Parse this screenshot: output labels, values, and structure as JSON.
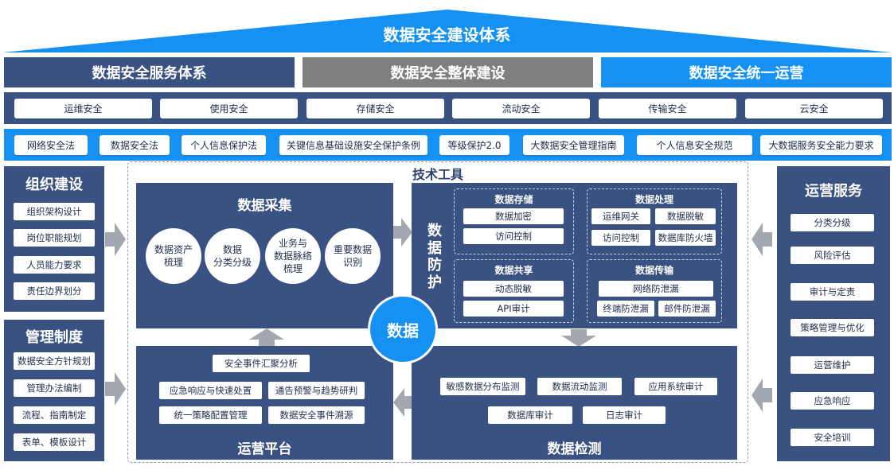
{
  "top_title": "数据安全建设体系",
  "tiers": [
    {
      "label": "数据安全服务体系",
      "color": "#3a5282"
    },
    {
      "label": "数据安全整体建设",
      "color": "#7f7f7f"
    },
    {
      "label": "数据安全统一运营",
      "color": "#1491f2"
    }
  ],
  "security_areas": [
    "运维安全",
    "使用安全",
    "存储安全",
    "流动安全",
    "传输安全",
    "云安全"
  ],
  "regulations": [
    "网络安全法",
    "数据安全法",
    "个人信息保护法",
    "关键信息基础设施安全保护条例",
    "等级保护2.0",
    "大数据安全管理指南",
    "个人信息安全规范",
    "大数据服务安全能力要求"
  ],
  "org": {
    "title": "组织建设",
    "items": [
      "组织架构设计",
      "岗位职能规划",
      "人员能力要求",
      "责任边界划分"
    ]
  },
  "mgmt": {
    "title": "管理制度",
    "items": [
      "数据安全方针规划",
      "管理办法编制",
      "流程、指南制定",
      "表单、模板设计"
    ]
  },
  "tech_tools_title": "技术工具",
  "collection": {
    "title": "数据采集",
    "items": [
      "数据资产\n梳理",
      "数据\n分类分级",
      "业务与\n数据脉络\n梳理",
      "重要数据\n识别"
    ]
  },
  "protection": {
    "title": "数\n据\n防\n护",
    "storage": {
      "title": "数据存储",
      "items": [
        "数据加密",
        "访问控制"
      ]
    },
    "processing": {
      "title": "数据处理",
      "items": [
        "运维网关",
        "数据脱敏",
        "访问控制",
        "数据库防火墙"
      ]
    },
    "sharing": {
      "title": "数据共享",
      "items": [
        "动态脱敏",
        "API审计"
      ]
    },
    "transfer": {
      "title": "数据传输",
      "items": [
        "网络防泄漏",
        "终端防泄漏",
        "邮件防泄漏"
      ]
    }
  },
  "center": "数据",
  "ops_platform": {
    "title": "运营平台",
    "items": [
      "安全事件汇聚分析",
      "应急响应与快速处置",
      "通告预警与趋势研判",
      "统一策略配置管理",
      "数据安全事件溯源"
    ]
  },
  "detection": {
    "title": "数据检测",
    "items": [
      "敏感数据分布监测",
      "数据流动监测",
      "应用系统审计",
      "数据库审计",
      "日志审计"
    ]
  },
  "ops_service": {
    "title": "运营服务",
    "items": [
      "分类分级",
      "风险评估",
      "审计与定责",
      "策略管理与优化",
      "运营维护",
      "应急响应",
      "安全培训"
    ]
  },
  "colors": {
    "navy": "#3a5282",
    "gray": "#7f7f7f",
    "blue": "#1491f2",
    "arrow": "#a3a8b0"
  }
}
